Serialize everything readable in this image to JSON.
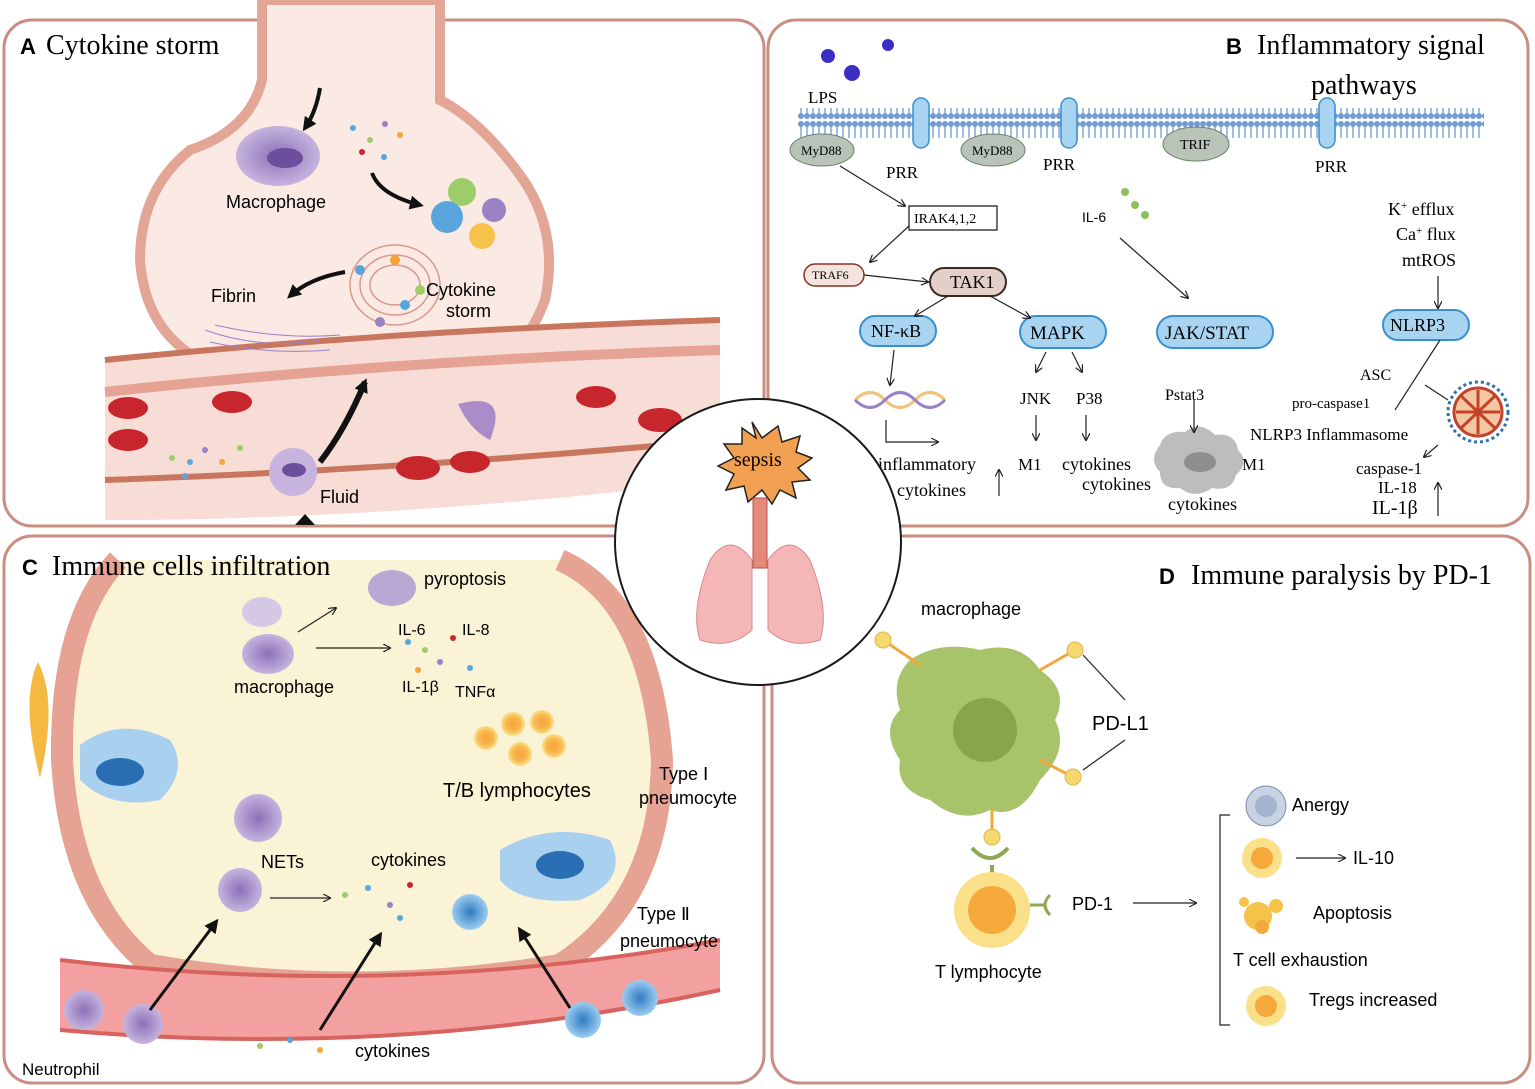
{
  "panel_a": {
    "letter": "A",
    "title": "Cytokine storm",
    "macrophage": "Macrophage",
    "fibrin": "Fibrin",
    "storm_line1": "Cytokine",
    "storm_line2": "storm",
    "fluid": "Fluid"
  },
  "panel_b": {
    "letter": "B",
    "title_line1": "Inflammatory signal",
    "title_line2": "pathways",
    "lps": "LPS",
    "myd88_1": "MyD88",
    "myd88_2": "MyD88",
    "trif": "TRIF",
    "prr_1": "PRR",
    "prr_2": "PRR",
    "prr_3": "PRR",
    "irak": "IRAK4,1,2",
    "traf6": "TRAF6",
    "tak1": "TAK1",
    "nfkb": "NF-κB",
    "mapk": "MAPK",
    "jakstat": "JAK/STAT",
    "nlrp3": "NLRP3",
    "il6": "IL-6",
    "jnk": "JNK",
    "p38": "P38",
    "m1_1": "M1",
    "m1_2": "M1",
    "pstat3": "Pstat3",
    "inflam_line1": "inflammatory",
    "inflam_line2": "cytokines",
    "cyto_1": "cytokines",
    "cyto_2": "cytokines",
    "cyto_3": "cytokines",
    "k_efflux_base": "K",
    "k_efflux_sup": "+",
    "k_efflux_rest": " efflux",
    "ca_flux_base": "Ca",
    "ca_flux_sup": "+",
    "ca_flux_rest": " flux",
    "mtros": "mtROS",
    "asc": "ASC",
    "procasp": "pro-caspase1",
    "inflammasome": "NLRP3 Inflammasome",
    "casp1": "caspase-1",
    "il18": "IL-18",
    "il1b": "IL-1β"
  },
  "panel_c": {
    "letter": "C",
    "title": "Immune cells infiltration",
    "pyroptosis": "pyroptosis",
    "macrophage": "macrophage",
    "il6": "IL-6",
    "il8": "IL-8",
    "il1b": "IL-1β",
    "tnfa": "TNFα",
    "tb": "T/B lymphocytes",
    "type1_line1": "Type Ⅰ",
    "type1_line2": "pneumocyte",
    "nets": "NETs",
    "cyto_top": "cytokines",
    "type2_line1": "Type Ⅱ",
    "type2_line2": "pneumocyte",
    "cyto_bottom": "cytokines",
    "neutrophil": "Neutrophil"
  },
  "center": {
    "sepsis": "sepsis"
  },
  "panel_d": {
    "letter": "D",
    "title": "Immune paralysis by PD-1",
    "macrophage": "macrophage",
    "pdl1": "PD-L1",
    "pd1": "PD-1",
    "tlymph": "T lymphocyte",
    "anergy": "Anergy",
    "il10": "IL-10",
    "apoptosis": "Apoptosis",
    "exhaustion": "T cell exhaustion",
    "tregs": "Tregs increased"
  },
  "colors": {
    "panel_border": "#c98e80",
    "membrane": "#7fa9d8",
    "pill_fill": "#a8d4f2",
    "pill_stroke": "#3a8fcf",
    "oval_fill": "#b8c4b8",
    "macrophage_green": "#a8c46a",
    "t_cell": "#f5a93a",
    "alveolus_wall": "#e6a292",
    "vessel": "#e58a8a",
    "star": "#f0a050",
    "lung": "#f4b6b6"
  }
}
